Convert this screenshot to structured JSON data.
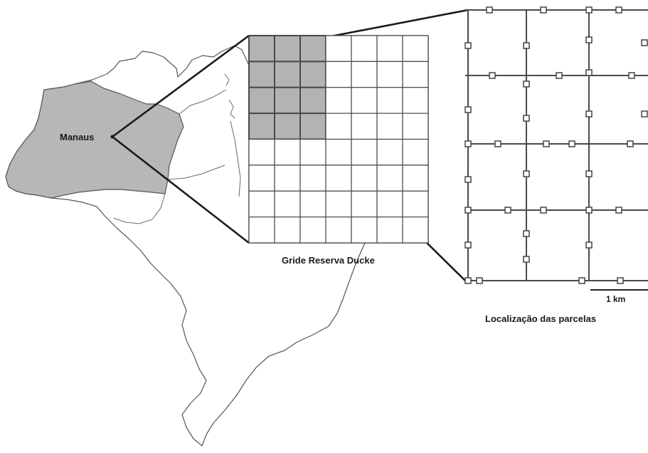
{
  "labels": {
    "city": "Manaus",
    "grid_caption": "Gride Reserva Ducke",
    "plots_caption": "Localização das parcelas",
    "scale_bar": "1 km"
  },
  "colors": {
    "background": "#ffffff",
    "map_outline": "#555555",
    "state_fill": "#b7b7b7",
    "highlight_fill": "#b3b3b3",
    "grid_line": "#4a4a4a",
    "connector_line": "#1a1a1a",
    "plot_marker_stroke": "#444444"
  },
  "reserve_grid": {
    "columns": 7,
    "rows": 8,
    "highlighted_columns": 3,
    "highlighted_rows": 4
  },
  "plot_detail": {
    "trail_columns": 3,
    "trail_rows": 5
  }
}
